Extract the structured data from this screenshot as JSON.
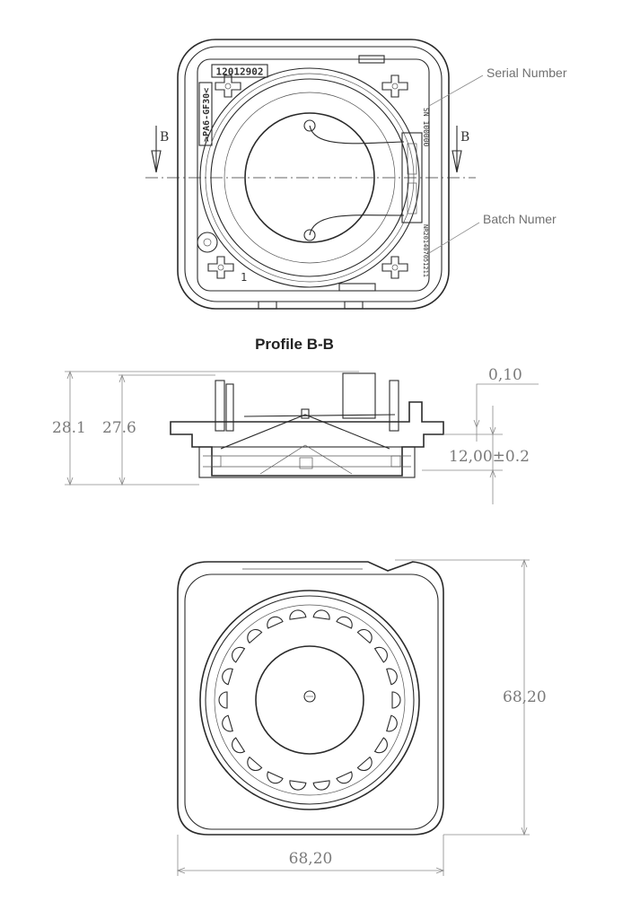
{
  "top_view": {
    "part_number": "12012902",
    "material_label": ">PA6-GF30<",
    "serial_stamp": "SN 100000",
    "batch_stamp": "NR201407051211",
    "cavity_number": "1",
    "section_marker_left": "B",
    "section_marker_right": "B"
  },
  "callouts": {
    "serial_number": "Serial Number",
    "batch_number": "Batch Numer"
  },
  "profile": {
    "title": "Profile B-B",
    "height_overall": "28.1",
    "height_body": "27.6",
    "offset": "0,10",
    "flange": "12,00±0.2"
  },
  "bottom_view": {
    "height": "68,20",
    "width": "68,20"
  },
  "colors": {
    "line": "#2a2a2a",
    "dimension": "#8a8a8a",
    "text": "#7a7a7a"
  }
}
